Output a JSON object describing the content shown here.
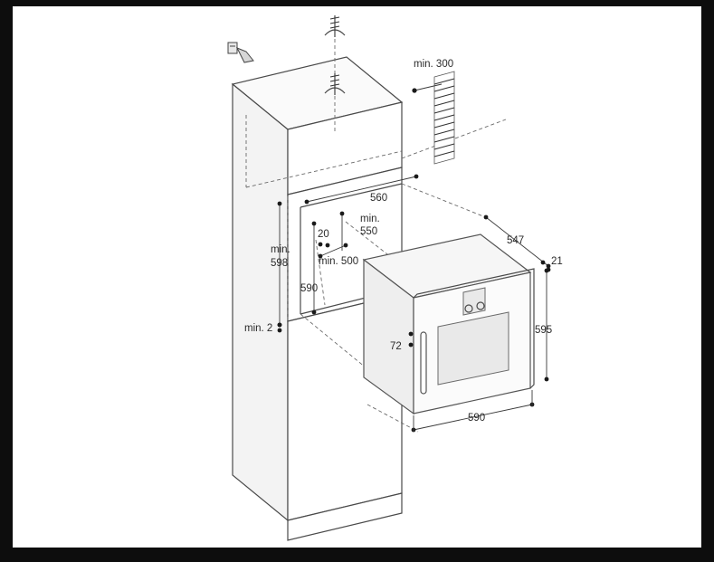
{
  "labels": {
    "min_300": "min. 300",
    "d_560": "560",
    "min_550_a": "min.",
    "min_550_b": "550",
    "d_547": "547",
    "d_20": "20",
    "min_500": "min. 500",
    "d_21": "21",
    "min_598_a": "min.",
    "min_598_b": "598",
    "d_590_inner": "590",
    "d_595": "595",
    "min_2": "min. 2",
    "d_72": "72",
    "d_590_width": "590"
  },
  "colors": {
    "frame": "#ffffff",
    "background": "#0d0d0d",
    "line": "#4a4a4a",
    "dimension": "#3a3a3a"
  },
  "icons": [
    "power-socket-icon",
    "ventilation-arrow-icon",
    "wall-hatch-icon"
  ]
}
